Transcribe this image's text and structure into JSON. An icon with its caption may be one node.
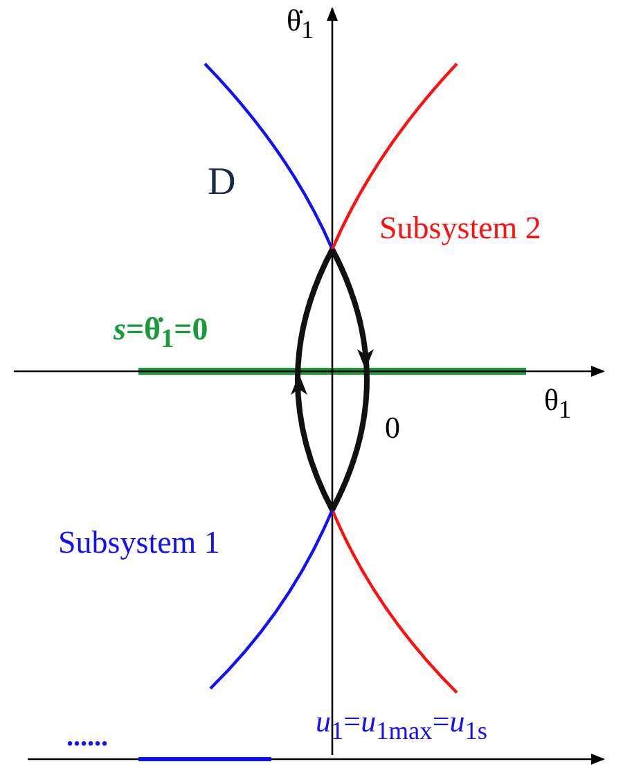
{
  "diagram": {
    "labels": [
      "θ̇$_{1}$",
      "D",
      "Subsystem 2",
      "*s*=θ̇$_{1}$=0",
      "θ$_{1}$",
      "0",
      "Subsystem 1",
      "......",
      "*u*$_{1}$=*u*$_{1max}$=*u*$_{1s}$"
    ]
  }
}
